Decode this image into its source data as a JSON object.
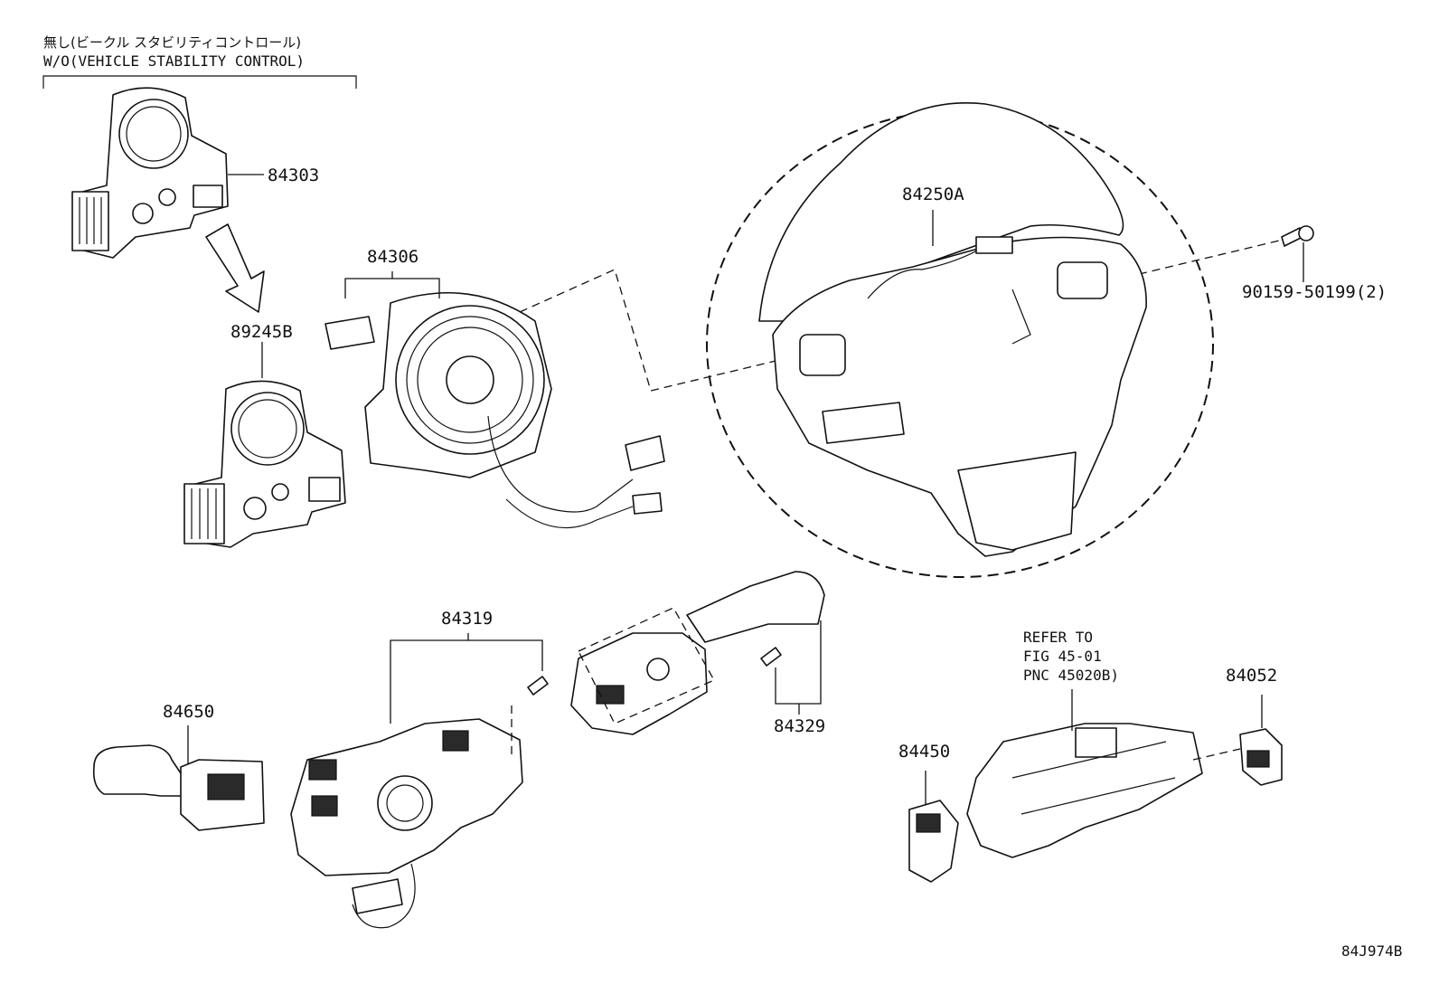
{
  "header_note": {
    "japanese": "無し(ビークル スタビリティコントロール)",
    "english": "W/O(VEHICLE STABILITY CONTROL)"
  },
  "labels": {
    "p84303": "84303",
    "p89245B": "89245B",
    "p84306": "84306",
    "p84250A": "84250A",
    "p90159": "90159-50199(2)",
    "p84319": "84319",
    "p84650": "84650",
    "p84329": "84329",
    "p84450": "84450",
    "p84052": "84052"
  },
  "refer_note": "REFER TO\nFIG 45-01\nPNC 45020B)",
  "figure_code": "84J974B"
}
